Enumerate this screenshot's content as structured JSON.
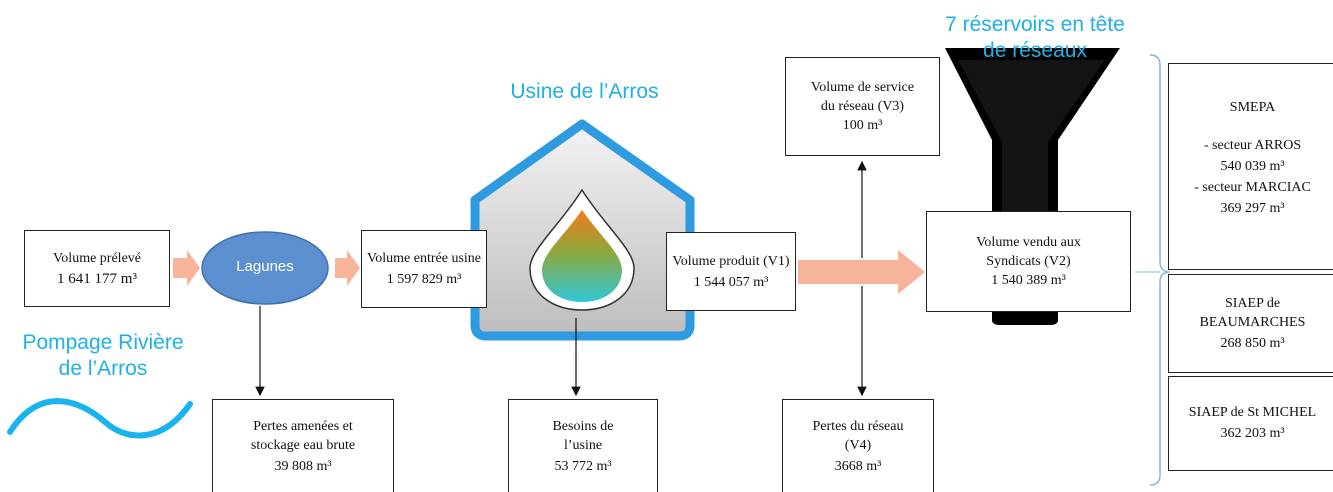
{
  "labels": {
    "usine": "Usine de l’Arros",
    "reservoirs": "7 réservoirs en tête de réseaux",
    "pompage": "Pompage Rivière de l’Arros",
    "lagunes": "Lagunes"
  },
  "boxes": {
    "preleve": {
      "title": "Volume prélevé",
      "value": "1 641 177 m³"
    },
    "entree": {
      "title": "Volume entrée usine",
      "value": "1 597 829 m³"
    },
    "produit": {
      "title": "Volume produit (V1)",
      "value": "1 544 057 m³"
    },
    "vendu": {
      "title": "Volume vendu aux Syndicats (V2)",
      "value": "1 540 389 m³"
    },
    "service": {
      "title": "Volume de service du réseau (V3)",
      "value": "100 m³"
    },
    "pertes_amenees": {
      "title": "Pertes amenées et stockage eau brute",
      "value": "39 808 m³"
    },
    "besoins": {
      "title": "Besoins de l’usine",
      "value": "53 772 m³"
    },
    "pertes_reseau": {
      "title": "Pertes du réseau (V4)",
      "value": "3668 m³"
    }
  },
  "syndicats": {
    "smepa": {
      "name": "SMEPA",
      "arros_label": "- secteur ARROS",
      "arros_value": "540 039 m³",
      "marciac_label": "- secteur MARCIAC",
      "marciac_value": "369 297 m³"
    },
    "beaumarches": {
      "name": "SIAEP de BEAUMARCHES",
      "value": "268 850 m³"
    },
    "stmichel": {
      "name": "SIAEP de St MICHEL",
      "value": "362 203 m³"
    }
  },
  "colors": {
    "accent_blue": "#1fb0e6",
    "arrow_salmon": "#f7b49a",
    "lagune_fill": "#5b8fcf",
    "house_border": "#2e9be0"
  }
}
